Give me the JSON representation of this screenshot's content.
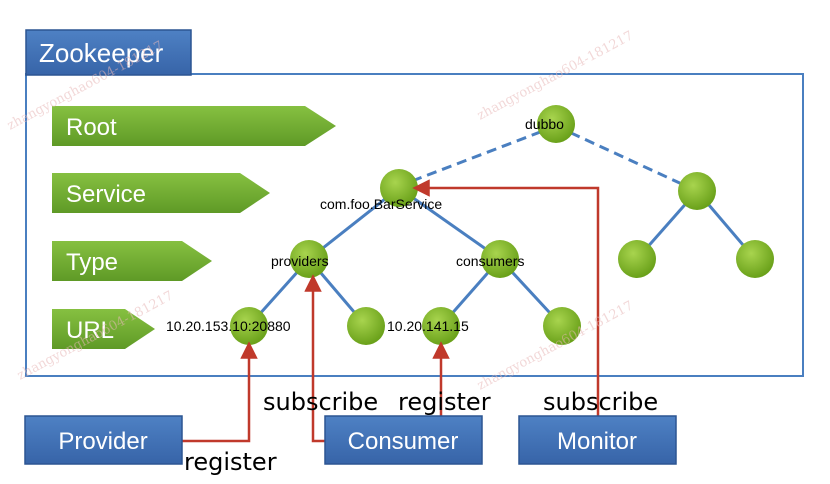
{
  "title": "Zookeeper",
  "colors": {
    "panel_border": "#4a7fc0",
    "box_fill": "#3f6fb5",
    "box_stroke": "#2c5592",
    "node_fill": "#77ad1f",
    "node_light": "#a8d44e",
    "edge": "#4a7fc0",
    "arrow": "#c0392b",
    "level_fill": "#6ea832"
  },
  "levels": [
    "Root",
    "Service",
    "Type",
    "URL"
  ],
  "nodes": {
    "root": "dubbo",
    "service": "com.foo.BarService",
    "providers": "providers",
    "consumers": "consumers",
    "provider_url": "10.20.153.10:20880",
    "consumer_url": "10.20.141.15"
  },
  "actors": {
    "provider": "Provider",
    "consumer": "Consumer",
    "monitor": "Monitor"
  },
  "actions": {
    "provider_register": "register",
    "consumer_subscribe": "subscribe",
    "consumer_register": "register",
    "monitor_subscribe": "subscribe"
  },
  "watermark": "zhangyonghao604-181217"
}
